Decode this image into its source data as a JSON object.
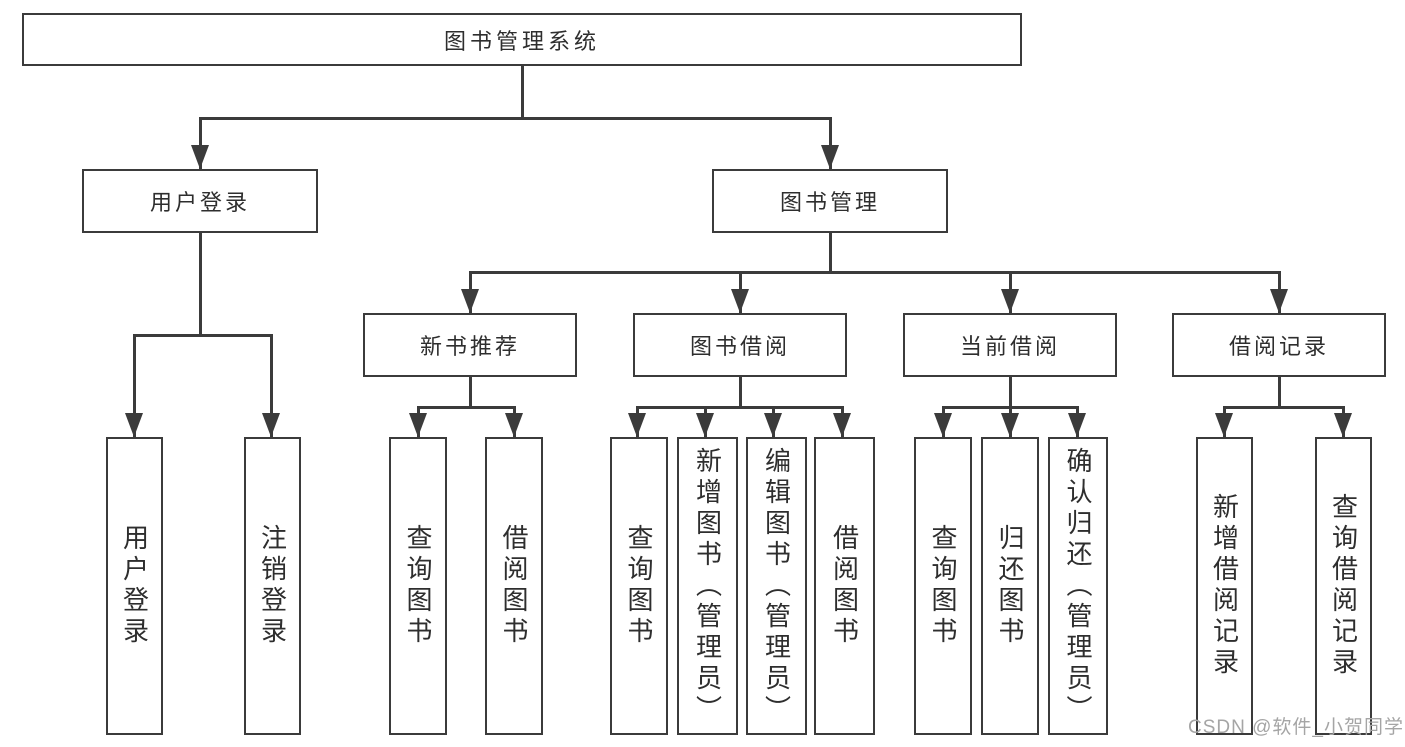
{
  "title": "图书管理系统",
  "nodes": {
    "root": {
      "label": "图书管理系统"
    },
    "level2": [
      {
        "label": "用户登录"
      },
      {
        "label": "图书管理"
      }
    ],
    "level3": [
      {
        "label": "新书推荐"
      },
      {
        "label": "图书借阅"
      },
      {
        "label": "当前借阅"
      },
      {
        "label": "借阅记录"
      }
    ],
    "leaves": [
      {
        "label": "用户登录"
      },
      {
        "label": "注销登录"
      },
      {
        "label": "查询图书"
      },
      {
        "label": "借阅图书"
      },
      {
        "label": "查询图书"
      },
      {
        "label": "新增图书（管理员）"
      },
      {
        "label": "编辑图书（管理员）"
      },
      {
        "label": "借阅图书"
      },
      {
        "label": "查询图书"
      },
      {
        "label": "归还图书"
      },
      {
        "label": "确认归还（管理员）"
      },
      {
        "label": "新增借阅记录"
      },
      {
        "label": "查询借阅记录"
      }
    ]
  },
  "structure": {
    "图书管理系统": [
      "用户登录",
      "图书管理"
    ],
    "用户登录": [
      "用户登录",
      "注销登录"
    ],
    "图书管理": [
      "新书推荐",
      "图书借阅",
      "当前借阅",
      "借阅记录"
    ],
    "新书推荐": [
      "查询图书",
      "借阅图书"
    ],
    "图书借阅": [
      "查询图书",
      "新增图书（管理员）",
      "编辑图书（管理员）",
      "借阅图书"
    ],
    "当前借阅": [
      "查询图书",
      "归还图书",
      "确认归还（管理员）"
    ],
    "借阅记录": [
      "新增借阅记录",
      "查询借阅记录"
    ]
  },
  "watermark": {
    "text": "CSDN @软件_小贺同学"
  },
  "colors": {
    "line": "#3b3b3b",
    "box_border": "#3b3b3b",
    "box_fill": "#ffffff",
    "text": "#2e2e2e",
    "watermark": "#a5a5a5",
    "background": "#ffffff"
  }
}
